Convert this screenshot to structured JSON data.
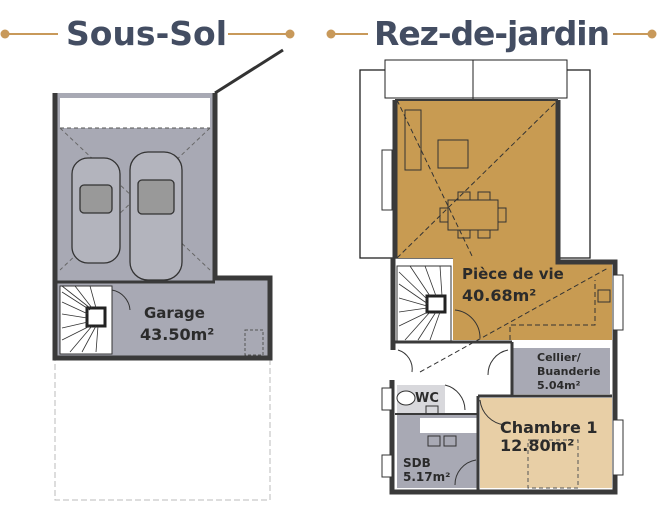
{
  "headers": {
    "basement": "Sous-Sol",
    "ground": "Rez-de-jardin"
  },
  "colors": {
    "title": "#434d62",
    "accent": "#c8995a",
    "living": "#c89b52",
    "bedroom": "#e8cfa6",
    "service": "#a8a9b4",
    "wall": "#3a3a3a"
  },
  "rooms": {
    "garage": {
      "name": "Garage",
      "area": "43.50m²"
    },
    "living": {
      "name": "Pièce de vie",
      "area": "40.68m²"
    },
    "cellier": {
      "name": "Cellier/",
      "name2": "Buanderie",
      "area": "5.04m²"
    },
    "wc": {
      "name": "WC"
    },
    "chambre": {
      "name": "Chambre 1",
      "area": "12.80m²"
    },
    "sdb": {
      "name": "SDB",
      "area": "5.17m²"
    }
  }
}
